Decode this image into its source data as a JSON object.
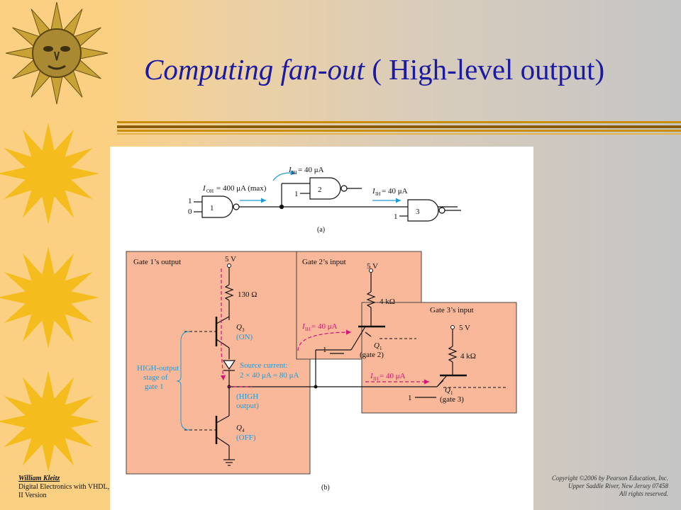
{
  "slide": {
    "title_italic": "Computing fan-out",
    "title_rest": " ( High-level output)",
    "author_name": "William Kleitz",
    "author_line2": "Digital Electronics with VHDL,",
    "author_line3": "II Version",
    "copyright_line1": "Copyright ©2006 by Pearson Education, Inc.",
    "copyright_line2": "Upper Saddle River, New Jersey 07458",
    "copyright_line3": "All rights reserved."
  },
  "diagram_a": {
    "ioh_label": "I",
    "ioh_sub": "OH",
    "ioh_value": " = 400 μA (max)",
    "iih_label": "I",
    "iih_sub": "IH",
    "iih_value": " = 40 μA",
    "gate1": "1",
    "gate2": "2",
    "gate3": "3",
    "input_high": "1",
    "input_low": "0",
    "caption": "(a)"
  },
  "diagram_b": {
    "gate1_title": "Gate 1’s output",
    "gate2_title": "Gate 2’s input",
    "gate3_title": "Gate 3’s input",
    "vcc": "5 V",
    "r_130": "130 Ω",
    "r_4k": "4 kΩ",
    "q3": "Q",
    "q3_sub": "3",
    "q3_state": "(ON)",
    "q4": "Q",
    "q4_sub": "4",
    "q4_state": "(OFF)",
    "q1": "Q",
    "q1_sub": "1",
    "gate2_note": "(gate 2)",
    "gate3_note": "(gate 3)",
    "stage_line1": "HIGH-output",
    "stage_line2": "stage of",
    "stage_line3": "gate 1",
    "source_line1": "Source current:",
    "source_line2": "2 × 40 μA = 80 μA",
    "high_line1": "(HIGH",
    "high_line2": "output)",
    "iih_value": " = 40 μA",
    "input_one": "1",
    "caption": "(b)"
  },
  "colors": {
    "title": "#1a1aa3",
    "panel": "#f9b89a",
    "current_arrow": "#d4147a",
    "annotation": "#1e9ad6",
    "bar": "#c98f0c"
  }
}
